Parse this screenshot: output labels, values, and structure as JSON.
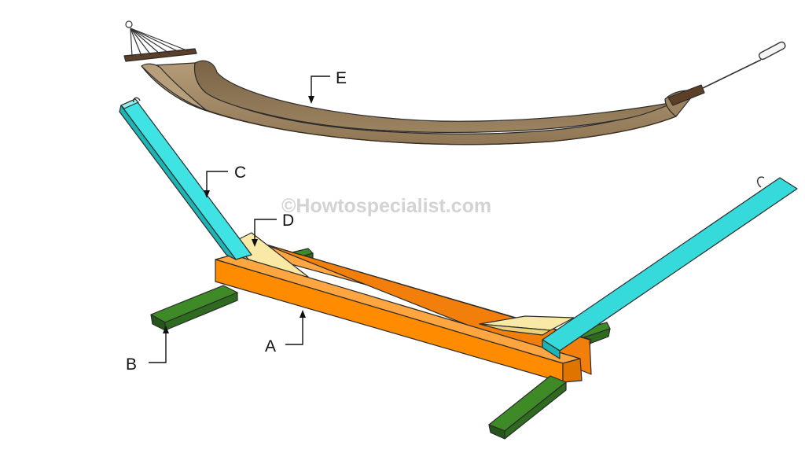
{
  "labels": {
    "a": "A",
    "b": "B",
    "c": "C",
    "d": "D",
    "e": "E"
  },
  "watermark": "©Howtospecialist.com",
  "colors": {
    "base_beam": "#ff8c00",
    "feet": "#2e6b1e",
    "arms": "#2ed3d3",
    "braces": "#f6e79a",
    "hammock": "#a68d6a"
  }
}
